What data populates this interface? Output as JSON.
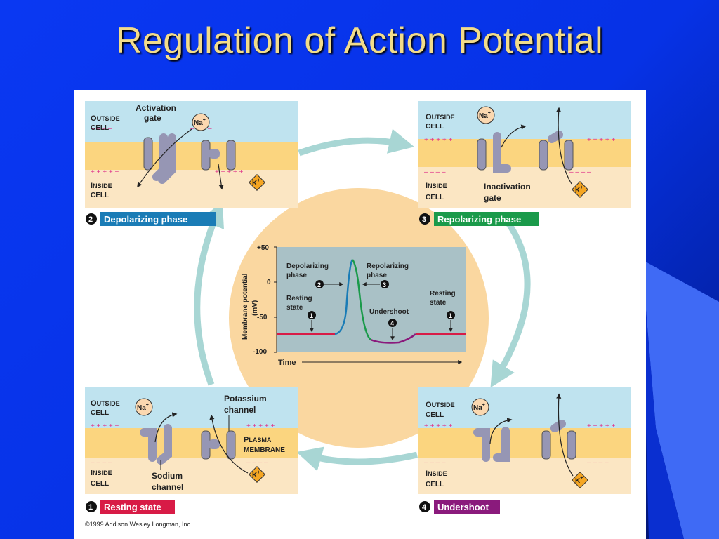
{
  "slide": {
    "title": "Regulation of Action Potential"
  },
  "labels": {
    "outside_first": "O",
    "outside_rest": "UTSIDE",
    "cell": "CELL",
    "inside_first": "I",
    "inside_rest": "NSIDE",
    "activation_gate": "Activation gate",
    "activation": "Activation",
    "gate": "gate",
    "inactivation": "Inactivation",
    "potassium_channel_1": "Potassium",
    "potassium_channel_2": "channel",
    "sodium_channel_1": "Sodium",
    "sodium_channel_2": "channel",
    "plasma_first": "P",
    "plasma_rest": "LASMA",
    "membrane": "MEMBRANE",
    "na_ion": "Na",
    "k_ion": "K",
    "plus_sup": "+",
    "plus_row": "+ + + + +",
    "minus_row": "– – – –"
  },
  "phases": [
    {
      "number": "1",
      "label": "Resting state",
      "color": "#d81b46"
    },
    {
      "number": "2",
      "label": "Depolarizing phase",
      "color": "#1a7cb6"
    },
    {
      "number": "3",
      "label": "Repolarizing phase",
      "color": "#1a9a4a"
    },
    {
      "number": "4",
      "label": "Undershoot",
      "color": "#8a1a7c"
    }
  ],
  "graph": {
    "ylabel_1": "Membrane potential",
    "ylabel_2": "(mV)",
    "xlabel": "Time",
    "ticks": [
      "+50",
      "0",
      "-50",
      "-100"
    ],
    "annotations": {
      "depolarizing_1": "Depolarizing",
      "depolarizing_2": "phase",
      "repolarizing_1": "Repolarizing",
      "repolarizing_2": "phase",
      "resting_1": "Resting",
      "resting_2": "state",
      "undershoot": "Undershoot"
    },
    "markers": [
      "1",
      "2",
      "3",
      "4",
      "1"
    ]
  },
  "copyright": "©1999 Addison Wesley Longman, Inc."
}
